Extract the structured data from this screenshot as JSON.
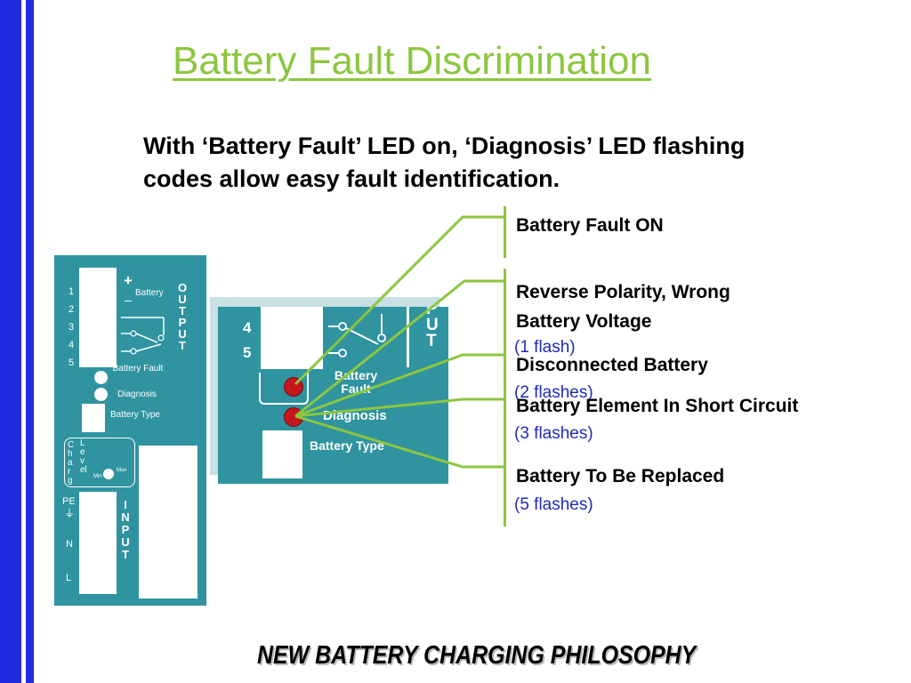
{
  "slide": {
    "title": "Battery Fault Discrimination",
    "subtitle": "With ‘Battery Fault’ LED on, ‘Diagnosis’ LED flashing codes allow easy fault identification.",
    "footer": "NEW BATTERY CHARGING PHILOSOPHY",
    "accent_color": "#8cc63f",
    "bar_color": "#1f2be0"
  },
  "panel": {
    "numbers": [
      "1",
      "2",
      "3",
      "4",
      "5"
    ],
    "plus": "+",
    "minus": "–",
    "battery": "Battery",
    "output": "OUTPUT",
    "battery_fault": "Battery Fault",
    "diagnosis": "Diagnosis",
    "battery_type": "Battery Type",
    "charg": "Charg",
    "level": "Level",
    "min": "Min",
    "max": "Max",
    "pe": "PE",
    "n": "N",
    "l": "L",
    "input": "INPUT",
    "ground_symbol": "⏚"
  },
  "zoom": {
    "num4": "4",
    "num5": "5",
    "out": "PUT",
    "battery_fault": "Battery Fault",
    "diagnosis": "Diagnosis",
    "battery_type": "Battery Type"
  },
  "codes": [
    {
      "label": "Battery Fault ON",
      "sub": ""
    },
    {
      "label": "Reverse Polarity, Wrong Battery Voltage",
      "sub": "(1 flash)"
    },
    {
      "label": "Disconnected Battery",
      "sub": "(2 flashes)"
    },
    {
      "label": "Battery Element In Short Circuit",
      "sub": "(3 flashes)"
    },
    {
      "label": "Battery To Be Replaced",
      "sub": "(5 flashes)"
    }
  ],
  "led_color": "#c4161c"
}
